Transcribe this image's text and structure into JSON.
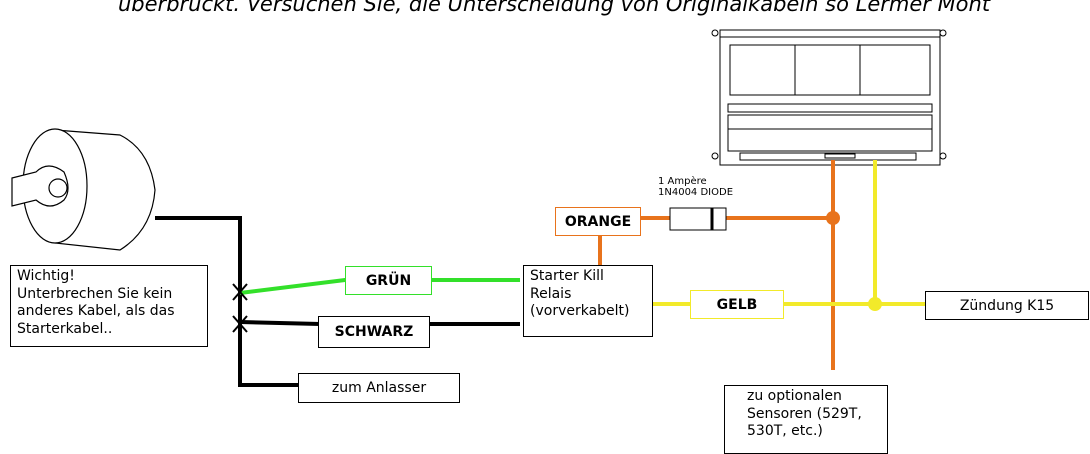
{
  "top_note": "überbrückt. Versuchen Sie, die Unterscheidung von Originalkabeln so Lermer Mont",
  "important_note": "Wichtig!\nUnterbrechen Sie kein\nanderes Kabel, als das\nStarterkabel..",
  "labels": {
    "gruen": "GRÜN",
    "schwarz": "SCHWARZ",
    "orange": "ORANGE",
    "gelb": "GELB",
    "starter_kill": "Starter Kill\nRelais\n(vorverkabelt)",
    "zum_anlasser": "zum Anlasser",
    "zuendung": "Zündung K15",
    "sensoren": "zu optionalen\nSensoren (529T,\n530T, etc.)",
    "diode": "1 Ampère\n1N4004 DIODE"
  },
  "colors": {
    "green": "#33e02a",
    "black": "#000000",
    "orange": "#e8731c",
    "yellow": "#f2ea2a"
  }
}
